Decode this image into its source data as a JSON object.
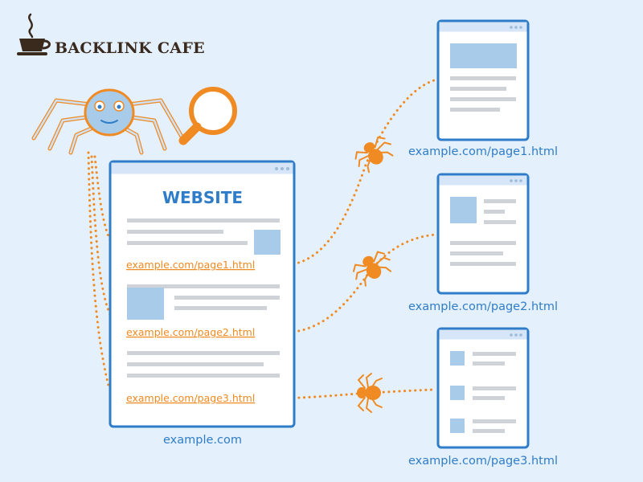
{
  "brand": {
    "name": "BACKLINK CAFE",
    "logo_icon": "coffee-cup-icon"
  },
  "website": {
    "title": "WEBSITE",
    "domain": "example.com",
    "links": [
      "example.com/page1.html",
      "example.com/page2.html",
      "example.com/page3.html"
    ]
  },
  "pages": [
    {
      "caption": "example.com/page1.html"
    },
    {
      "caption": "example.com/page2.html"
    },
    {
      "caption": "example.com/page3.html"
    }
  ],
  "icons": {
    "crawler": "spider-robot-icon",
    "magnifier": "magnifying-glass-icon",
    "bug": "spider-icon"
  },
  "colors": {
    "background": "#e4f0fc",
    "blue": "#2f7dc8",
    "orange": "#f08a22",
    "placeholder": "#a9cbea",
    "text_line": "#cfd3d8"
  }
}
